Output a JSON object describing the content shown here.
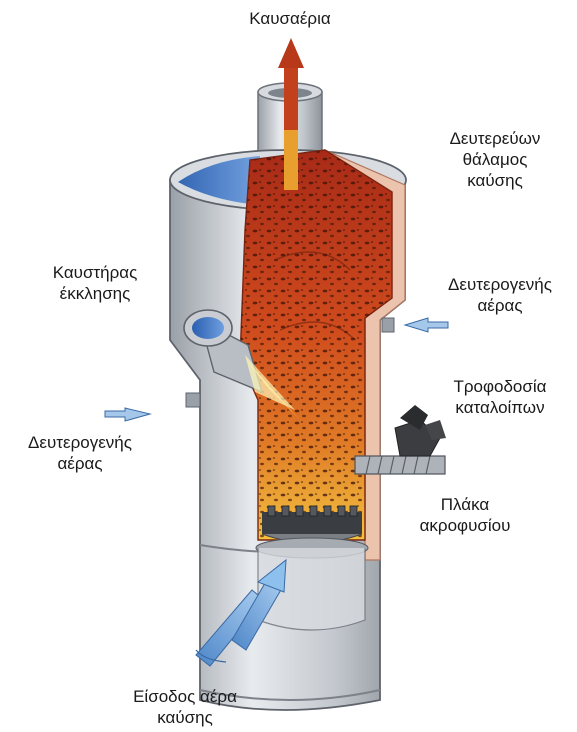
{
  "labels": {
    "flue_gas": "Καυσαέρια",
    "secondary_chamber": [
      "Δευτερεύων",
      "θάλαμος",
      "καύσης"
    ],
    "ignition_burner": [
      "Καυστήρας",
      "έκκλησης"
    ],
    "secondary_air_right": [
      "Δευτερογενής",
      "αέρας"
    ],
    "waste_feed": [
      "Τροφοδοσία",
      "καταλοίπων"
    ],
    "secondary_air_left": [
      "Δευτερογενής",
      "αέρας"
    ],
    "nozzle_plate": [
      "Πλάκα",
      "ακροφυσίου"
    ],
    "combustion_air_inlet": [
      "Είσοδος αέρα",
      "καύσης"
    ]
  },
  "colors": {
    "shell": "#c9cdd3",
    "shell_dark": "#8e939b",
    "fire_top": "#b4311a",
    "fire_mid": "#d8551f",
    "fire_bottom": "#f0b83a",
    "air_arrow": "#6fa6dc",
    "gas_arrow": "#c2401c",
    "refractory": "#e9b9a4"
  },
  "icons": [
    "flue-gas-arrow-icon",
    "air-inlet-arrow-icon",
    "secondary-air-arrow-icon",
    "waste-feed-icon"
  ]
}
